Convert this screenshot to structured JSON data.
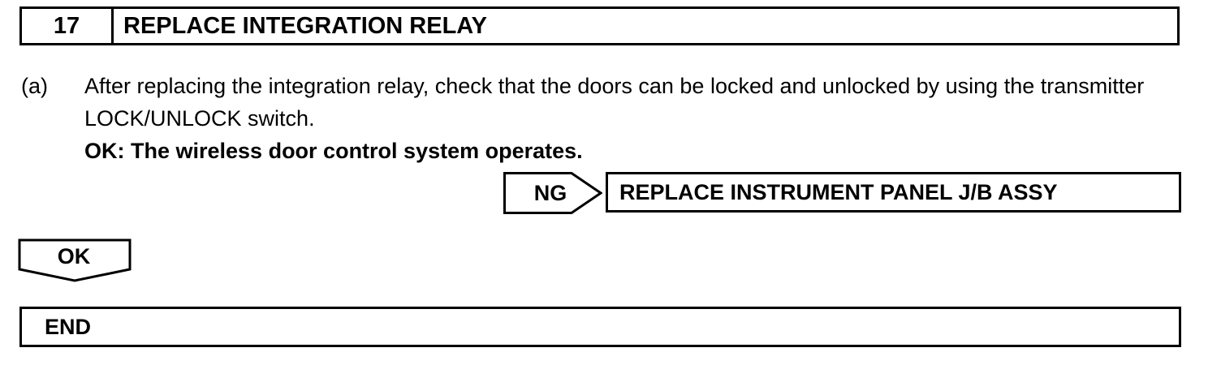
{
  "step": {
    "number": "17",
    "title": "REPLACE INTEGRATION RELAY"
  },
  "instruction": {
    "marker": "(a)",
    "text": "After replacing the integration relay, check that the doors can be locked and unlocked by using the transmitter LOCK/UNLOCK switch.",
    "ok_result": "OK: The wireless door control system operates."
  },
  "ng_branch": {
    "label": "NG",
    "action": "REPLACE INSTRUMENT PANEL J/B ASSY"
  },
  "ok_branch": {
    "label": "OK"
  },
  "end": {
    "label": "END"
  }
}
